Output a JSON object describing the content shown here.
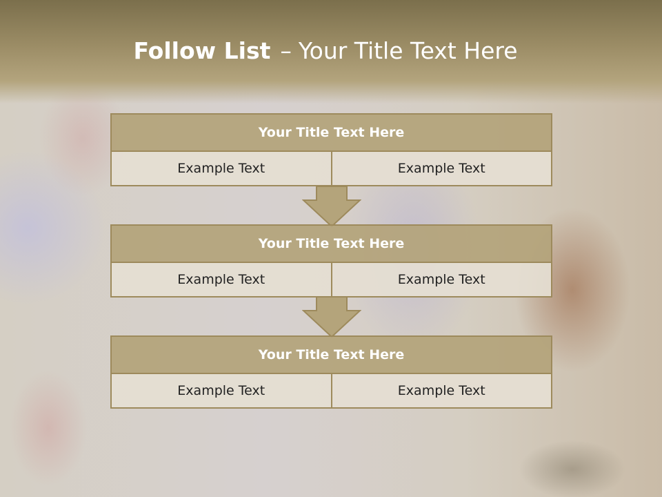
{
  "slide": {
    "title_bold": "Follow List",
    "title_separator": "–",
    "title_rest": "Your Title Text Here"
  },
  "flow": [
    {
      "title": "Your Title Text Here",
      "left": "Example Text",
      "right": "Example Text"
    },
    {
      "title": "Your Title Text Here",
      "left": "Example Text",
      "right": "Example Text"
    },
    {
      "title": "Your Title Text Here",
      "left": "Example Text",
      "right": "Example Text"
    }
  ],
  "colors": {
    "header_band": "#9c8d66",
    "box_fill": "#b4a47b",
    "box_border": "#9d8a5c",
    "cell_fill": "#e5ded2"
  }
}
